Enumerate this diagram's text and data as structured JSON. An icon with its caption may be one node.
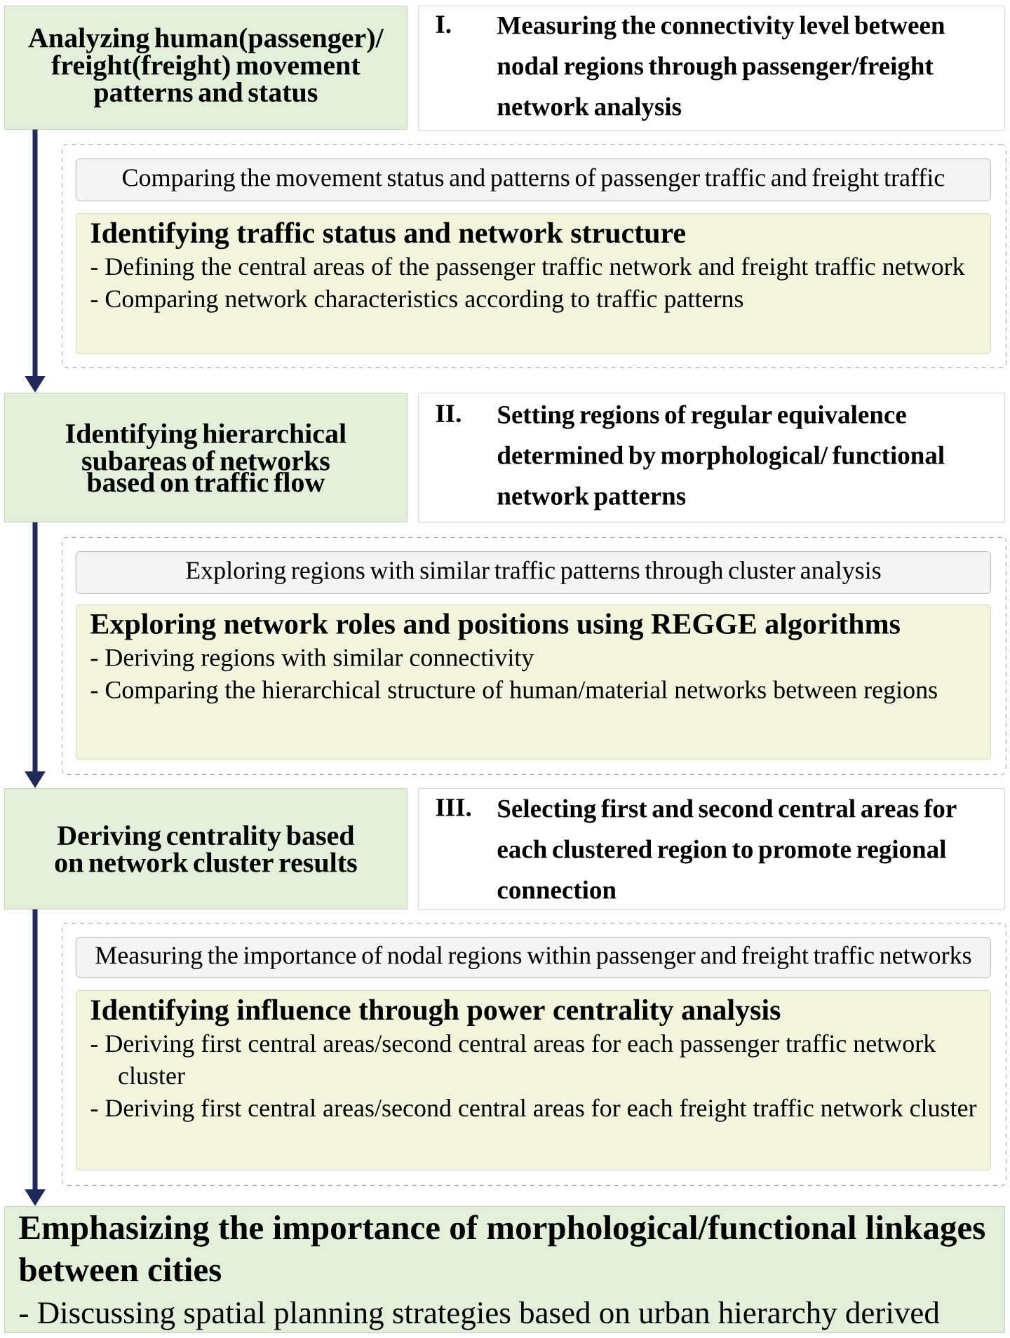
{
  "diagram": {
    "nodes": [
      {
        "text": [
          "Analyzing human(passenger)/ freight(freight) movement patterns and status"
        ]
      },
      {
        "text": [
          "I.",
          "Measuring the connectivity level between nodal regions through passenger/freight network analysis"
        ]
      },
      {
        "text": [],
        "shape": "box"
      },
      {
        "text": [
          "Comparing the movement status and patterns of passenger traffic and freight traffic"
        ],
        "in": 2
      },
      {
        "text": [
          "Identifying traffic status and network structure",
          "- Defining the central areas of the passenger traffic network and freight traffic network",
          "- Comparing network characteristics according to traffic patterns"
        ],
        "in": 2
      },
      {
        "text": [
          "Identifying hierarchical subareas of networks based on traffic flow"
        ]
      },
      {
        "text": [
          "II.",
          "Setting regions of regular equivalence determined by morphological/ functional network patterns"
        ]
      },
      {
        "text": [],
        "shape": "box"
      },
      {
        "text": [
          "Exploring regions with similar traffic patterns through cluster analysis"
        ],
        "in": 7
      },
      {
        "text": [
          "Exploring network roles and positions using REGGE algorithms",
          "- Deriving regions with similar connectivity",
          "- Comparing the hierarchical structure of human/material networks between regions"
        ],
        "in": 7
      },
      {
        "text": [
          "Deriving centrality based on network cluster results"
        ]
      },
      {
        "text": [
          "III.",
          "Selecting first and second central areas for each clustered region to promote regional connection"
        ]
      },
      {
        "text": [],
        "shape": "box"
      },
      {
        "text": [
          "Measuring the importance of nodal regions within passenger and freight traffic networks"
        ],
        "in": 12
      },
      {
        "text": [
          "Identifying influence through power centrality analysis",
          "- Deriving first central areas/second central areas for each passenger traffic network cluster",
          "- Deriving first central areas/second central areas for each freight traffic network cluster"
        ],
        "in": 12
      },
      {
        "text": [
          "Emphasizing the importance of morphological/functional linkages between cities",
          "- Discussing spatial planning strategies based on urban hierarchy derived"
        ]
      }
    ],
    "edges": [
      {
        "from": 0,
        "to": 5,
        "arrow": "to"
      },
      {
        "from": 5,
        "to": 10,
        "arrow": "to"
      },
      {
        "from": 10,
        "to": 15,
        "arrow": "to"
      }
    ]
  }
}
